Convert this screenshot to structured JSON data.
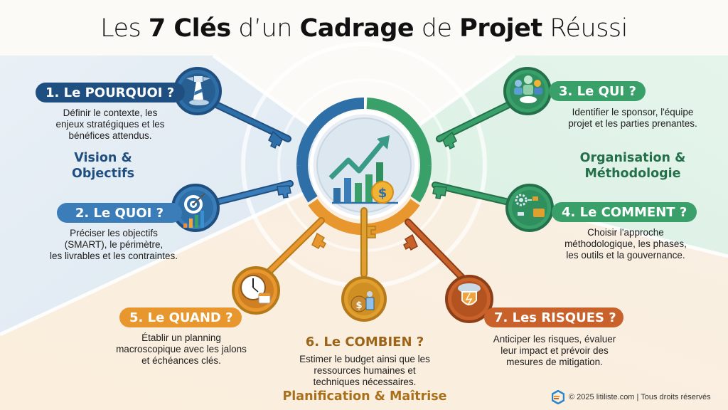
{
  "title": {
    "parts": [
      {
        "text": "Les ",
        "bold": false
      },
      {
        "text": "7 Clés",
        "bold": true
      },
      {
        "text": " d’un ",
        "bold": false
      },
      {
        "text": "Cadrage",
        "bold": true
      },
      {
        "text": " de ",
        "bold": false
      },
      {
        "text": "Projet",
        "bold": true
      },
      {
        "text": " Réussi",
        "bold": false
      }
    ]
  },
  "colors": {
    "blue": "#2f6fa8",
    "blue_dark": "#1f4f80",
    "green": "#3aa06a",
    "green_dark": "#24704a",
    "orange": "#e8962e",
    "gold": "#e0a030",
    "rust": "#c9612a",
    "bg_blue": "#e6eef5",
    "bg_green": "#e3f3ea",
    "bg_orange": "#fbeedd"
  },
  "categories": {
    "vision": "Vision & Objectifs",
    "vision_l1": "Vision &",
    "vision_l2": "Objectifs",
    "organisation_l1": "Organisation &",
    "organisation_l2": "Méthodologie",
    "planification": "Planification & Maîtrise"
  },
  "keys": [
    {
      "id": 1,
      "label": "1. Le POURQUOI ?",
      "icon": "lighthouse-icon",
      "desc_lines": [
        "Définir le contexte, les",
        "enjeux stratégiques et les",
        "bénéfices attendus."
      ]
    },
    {
      "id": 2,
      "label": "2. Le QUOI ?",
      "icon": "target-chart-icon",
      "desc_lines": [
        "Préciser les objectifs",
        "(SMART), le périmètre,",
        "les livrables et les contraintes."
      ]
    },
    {
      "id": 3,
      "label": "3. Le QUI ?",
      "icon": "team-handshake-icon",
      "desc_lines": [
        "Identifier le sponsor, l'équipe",
        "projet et les parties prenantes."
      ]
    },
    {
      "id": 4,
      "label": "4. Le COMMENT ?",
      "icon": "gear-workflow-icon",
      "desc_lines": [
        "Choisir l'approche",
        "méthodologique, les phases,",
        "les outils et la gouvernance."
      ]
    },
    {
      "id": 5,
      "label": "5. Le QUAND ?",
      "icon": "clock-calendar-icon",
      "desc_lines": [
        "Établir un planning",
        "macroscopique avec les jalons",
        "et échéances clés."
      ]
    },
    {
      "id": 6,
      "label": "6. Le COMBIEN ?",
      "icon": "money-calculator-icon",
      "desc_lines": [
        "Estimer le budget ainsi que les",
        "ressources humaines et",
        "techniques nécessaires."
      ]
    },
    {
      "id": 7,
      "label": "7. Les RISQUES ?",
      "icon": "shield-storm-icon",
      "desc_lines": [
        "Anticiper les risques, évaluer",
        "leur impact et prévoir des",
        "mesures de mitigation."
      ]
    }
  ],
  "center": {
    "icon": "growth-chart-dollar-icon"
  },
  "footer": {
    "text": "© 2025 litiliste.com | Tous droits réservés",
    "logo": "litiliste-hex-logo-icon"
  }
}
